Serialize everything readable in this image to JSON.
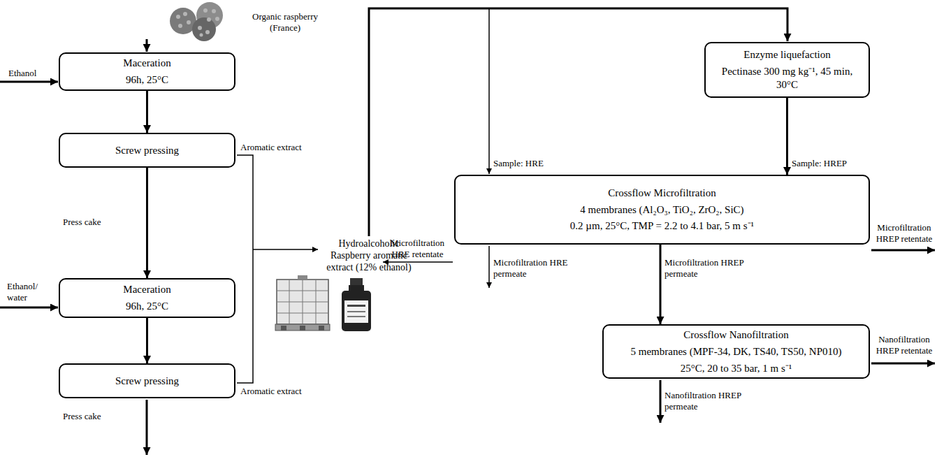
{
  "diagram": {
    "nodes": [
      {
        "text": [
          "Maceration",
          "96h, 25°C"
        ]
      },
      {
        "text": [
          "Screw pressing"
        ]
      },
      {
        "text": [
          "Maceration",
          "96h, 25°C"
        ]
      },
      {
        "text": [
          "Screw pressing"
        ]
      },
      {
        "text": [
          "Enzyme liquefaction",
          "Pectinase 300 mg kg⁻¹, 45 min, 30°C"
        ]
      },
      {
        "text": [
          "Crossflow Microfiltration",
          "4 membranes (Al₂O₃, TiO₂, ZrO₂, SiC)",
          "0.2 µm, 25°C, TMP = 2.2 to 4.1 bar, 5 m s⁻¹"
        ]
      },
      {
        "text": [
          "Crossflow Nanofiltration",
          "5 membranes (MPF-34, DK, TS40, TS50, NP010)",
          "25°C, 20 to 35 bar, 1 m s⁻¹"
        ]
      }
    ],
    "edges": [
      {
        "from": 0,
        "to": 1,
        "arrow": "to"
      },
      {
        "from": 1,
        "to": 2,
        "label": "Press cake",
        "arrow": "to"
      },
      {
        "from": 2,
        "to": 3,
        "arrow": "to"
      },
      {
        "from": 4,
        "to": 5,
        "label": "Sample: HREP",
        "arrow": "to"
      },
      {
        "from": 5,
        "to": 6,
        "label": "Microfiltration HREP permeate",
        "arrow": "to"
      }
    ],
    "labels": [
      "Organic raspberry (France)",
      "Ethanol",
      "Aromatic extract",
      "Ethanol/ water",
      "Hydroalcoholic Raspberry aromatic extract (12% ethanol)",
      "Aromatic extract",
      "Press cake",
      "Sample: HRE",
      "Microfiltration HRE retentate",
      "Microfiltration HRE permeate",
      "Microfiltration HREP retentate",
      "Nanofiltration HREP retentate",
      "Nanofiltration HREP permeate"
    ]
  }
}
